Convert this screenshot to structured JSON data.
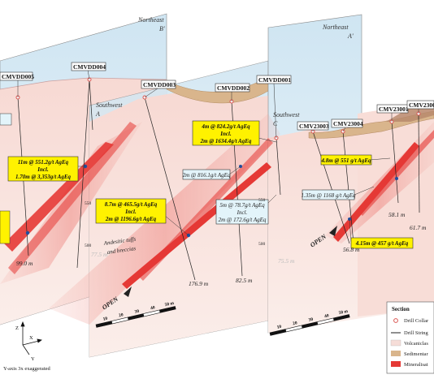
{
  "panels": [
    {
      "label_top": "Northeast",
      "label_sub": "B'",
      "label_left": "Southwest",
      "label_left_sub": "A"
    },
    {
      "label_top": "Northeast",
      "label_sub": "A'",
      "label_left": "Southwest",
      "label_left_sub": "C"
    }
  ],
  "drill_holes": [
    "CMVDD005",
    "CMVDD004",
    "CMVDD003",
    "CMVDD002",
    "CMVDD001",
    "CMV23003",
    "CMV23004",
    "CMV23001",
    "CMV2300"
  ],
  "annotations": {
    "a1": {
      "l1": "11m @ 551.2g/t AgEq",
      "l2": "Incl.",
      "l3": "1.70m @ 3,353g/t AgEq"
    },
    "a2": {
      "l1": "8.7m @ 465.5g/t AgEq",
      "l2": "Incl.",
      "l3": "2m @ 1196.6g/t AgEq"
    },
    "a3": {
      "l1": "4m @ 824.2g/t AgEq",
      "l2": "Incl.",
      "l3": "2m @ 1634.4g/t AgEq"
    },
    "a4": {
      "l1": "2m @ 816.1g/t AgEq"
    },
    "a5": {
      "l1": "5m @ 78.7g/t AgEq",
      "l2": "Incl.",
      "l3": "2m @ 172.6g/t AgEq"
    },
    "a6": {
      "l1": "4.8m @ 551 g/t AgEq"
    },
    "a7": {
      "l1": "1.35m @ 1168 g/t AgEq"
    },
    "a8": {
      "l1": "4.15m @ 457 g/t AgEq"
    }
  },
  "depths": {
    "d1": "99.0 m",
    "d2": "176.9 m",
    "d3": "82.5 m",
    "d4": "75.5 m",
    "d5": "56.8 m",
    "d6": "58.1 m",
    "d7": "61.7 m",
    "d8": "77.5 m"
  },
  "elevations": [
    "550",
    "500",
    "550",
    "500"
  ],
  "rock_label": {
    "l1": "Andesitic tuffs",
    "l2": "and breccias"
  },
  "open_label": "OPEN",
  "scale_ticks": [
    "10",
    "20",
    "30",
    "40",
    "50 m"
  ],
  "axis": {
    "z": "Z",
    "x": "X",
    "y": "Y",
    "note": "Y-axis 3x exaggerated"
  },
  "legend": {
    "title": "Section",
    "items": [
      {
        "label": "Drill Collar",
        "color": "#d9534f"
      },
      {
        "label": "Drill String",
        "color": "#222222"
      },
      {
        "label": "Volcaniclas",
        "color": "#f6ddd8"
      },
      {
        "label": "Sedimentar",
        "color": "#d9b58c"
      },
      {
        "label": "Mineralisat",
        "color": "#e53935"
      }
    ]
  },
  "colors": {
    "mineralisation": "#e53935",
    "sediment": "#c9a27a",
    "volcanic": "#f6dcd6",
    "sky": "#dfeef6",
    "callout": "#fff200"
  }
}
